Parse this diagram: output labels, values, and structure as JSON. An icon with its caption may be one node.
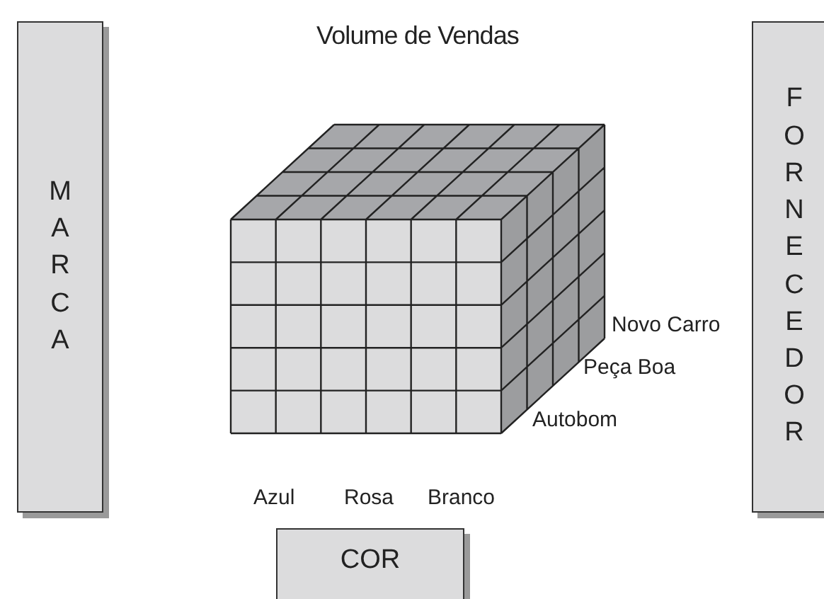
{
  "diagram": {
    "title": "Volume de Vendas",
    "nodes": [
      {
        "text": [
          "MARCA"
        ]
      },
      {
        "text": [
          "FORNECEDOR"
        ]
      },
      {
        "text": [
          "COR"
        ]
      }
    ],
    "labels": [
      "Novo Carro",
      "Peça Boa",
      "Autobom",
      "Azul",
      "Rosa",
      "Branco"
    ]
  }
}
